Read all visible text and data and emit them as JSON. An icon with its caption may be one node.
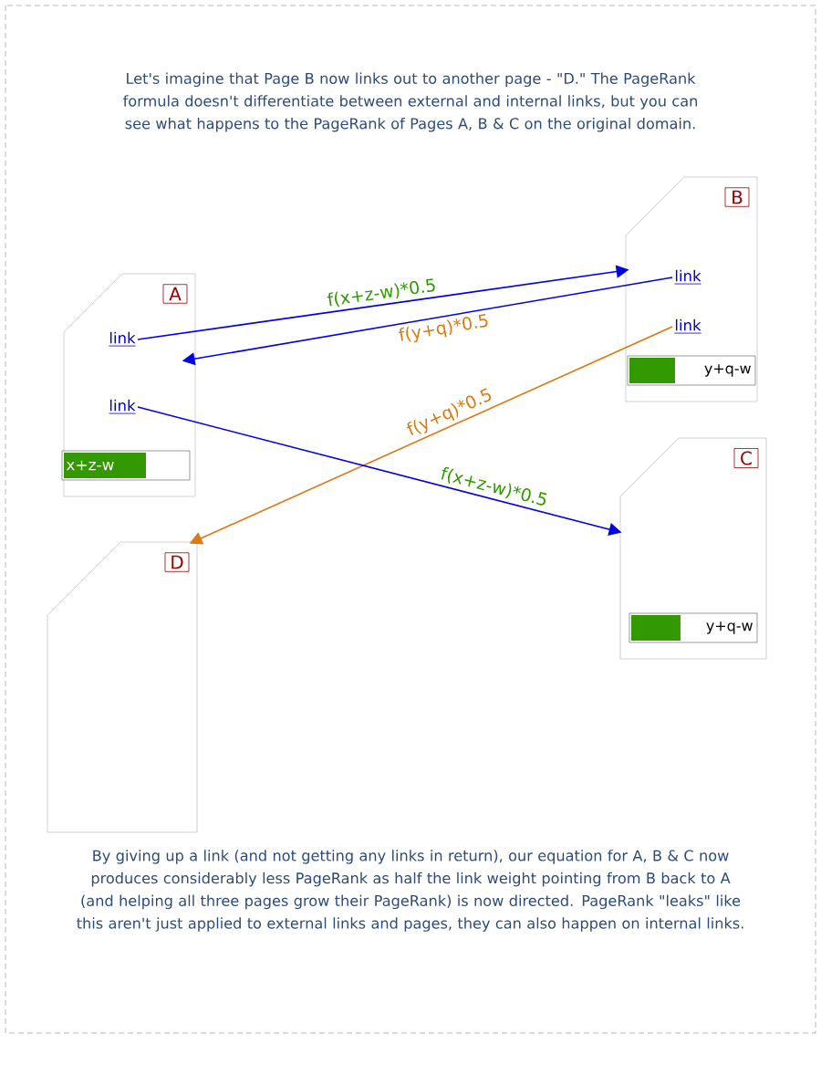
{
  "diagram": {
    "nodes": [
      {
        "text": [
          "A",
          "x+z-w"
        ]
      },
      {
        "text": [
          "link"
        ],
        "in": 0
      },
      {
        "text": [
          "link"
        ],
        "in": 0
      },
      {
        "text": [
          "B",
          "y+q-w"
        ]
      },
      {
        "text": [
          "link"
        ],
        "in": 3
      },
      {
        "text": [
          "link"
        ],
        "in": 3
      },
      {
        "text": [
          "C",
          "y+q-w"
        ]
      },
      {
        "text": [
          "D"
        ]
      }
    ],
    "edges": [
      {
        "from": 1,
        "to": 3,
        "arrow": "to",
        "label": "f(x+z-w)*0.5"
      },
      {
        "from": 4,
        "to": 0,
        "arrow": "to",
        "label": "f(y+q)*0.5"
      },
      {
        "from": 5,
        "to": 7,
        "arrow": "to",
        "label": "f(y+q)*0.5",
        "color": "#d97a12"
      },
      {
        "from": 2,
        "to": 6,
        "arrow": "to",
        "label": "f(x+z-w)*0.5"
      }
    ],
    "labels": [
      "Let's imagine that Page B now links out to another page - \"D.\" The PageRank formula doesn't differentiate between external and internal links, but you can see what happens to the PageRank of Pages A, B & C on the original domain.",
      "By giving up a link (and not getting any links in return), our equation for A, B & C now produces considerably less PageRank as half the link weight pointing from B back to A (and helping all three pages grow their PageRank) is now directed. PageRank \"leaks\" like this aren't just applied to external links and pages, they can also happen on internal links."
    ]
  }
}
